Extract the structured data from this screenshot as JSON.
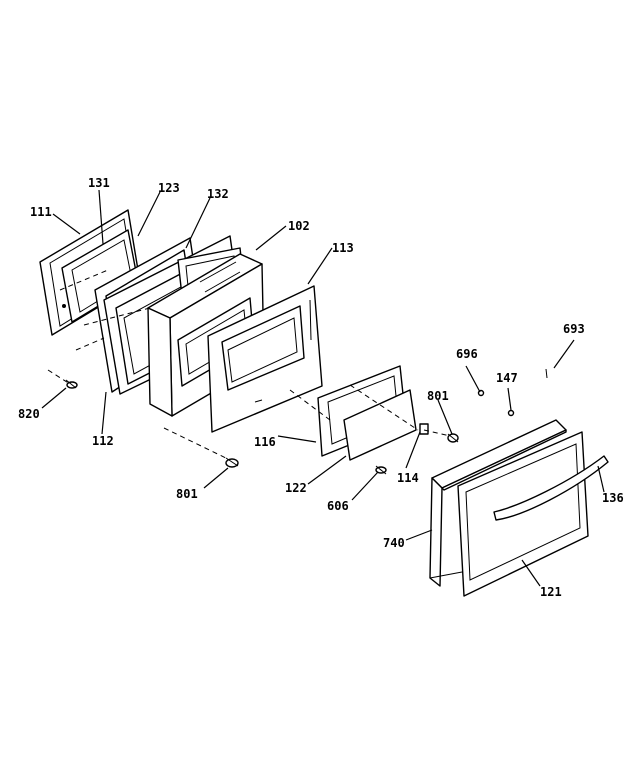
{
  "labels": {
    "p111": "111",
    "p131": "131",
    "p123": "123",
    "p132": "132",
    "p102": "102",
    "p113": "113",
    "p820": "820",
    "p112": "112",
    "p116": "116",
    "p801a": "801",
    "p122": "122",
    "p114": "114",
    "p801b": "801",
    "p696": "696",
    "p147": "147",
    "p693": "693",
    "p606": "606",
    "p740": "740",
    "p136": "136",
    "p121": "121"
  }
}
